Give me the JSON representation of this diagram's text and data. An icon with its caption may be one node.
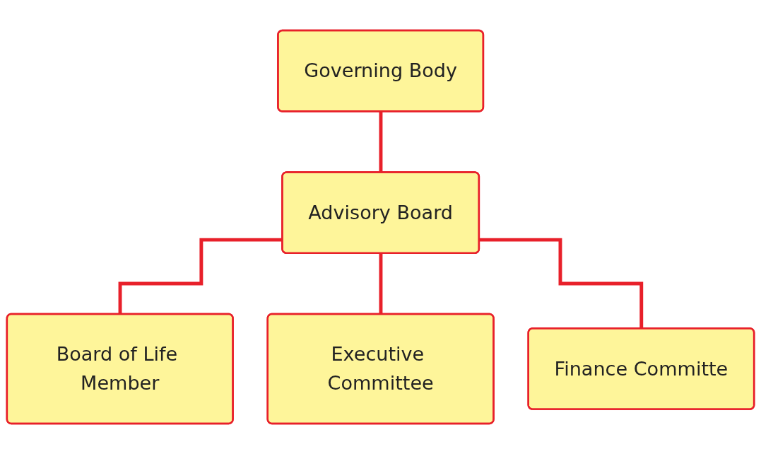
{
  "diagram": {
    "nodes": [
      {
        "text": [
          "Governing Body"
        ]
      },
      {
        "text": [
          "Advisory Board"
        ]
      },
      {
        "text": [
          "Board of Life Member"
        ]
      },
      {
        "text": [
          "Executive Committee"
        ]
      },
      {
        "text": [
          "Finance Committe"
        ]
      }
    ],
    "edges": [
      {
        "from": 0,
        "to": 1,
        "arrow": "none"
      },
      {
        "from": 1,
        "to": 2,
        "arrow": "none"
      },
      {
        "from": 1,
        "to": 3,
        "arrow": "none"
      },
      {
        "from": 1,
        "to": 4,
        "arrow": "none"
      }
    ]
  }
}
